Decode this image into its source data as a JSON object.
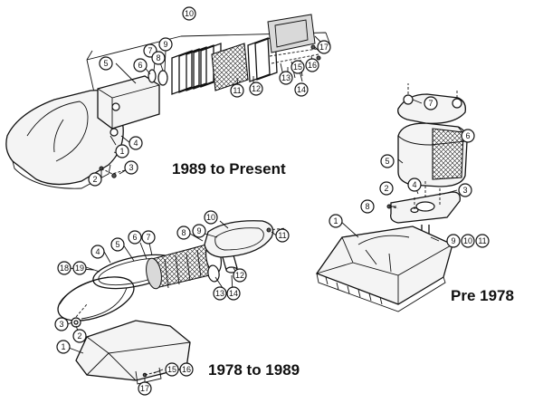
{
  "captions": {
    "a": "1989 to Present",
    "b": "Pre 1978",
    "c": "1978 to 1989"
  },
  "callouts_a": [
    "10",
    "5",
    "7",
    "9",
    "6",
    "8",
    "17",
    "15",
    "16",
    "13",
    "14",
    "11",
    "12",
    "4",
    "1",
    "3",
    "2"
  ],
  "callouts_b": [
    "7",
    "6",
    "5",
    "4",
    "3",
    "2",
    "8",
    "1",
    "9",
    "10",
    "11"
  ],
  "callouts_c": [
    "10",
    "9",
    "8",
    "11",
    "6",
    "7",
    "5",
    "4",
    "18",
    "19",
    "12",
    "13",
    "14",
    "3",
    "2",
    "1",
    "15",
    "16",
    "17"
  ]
}
